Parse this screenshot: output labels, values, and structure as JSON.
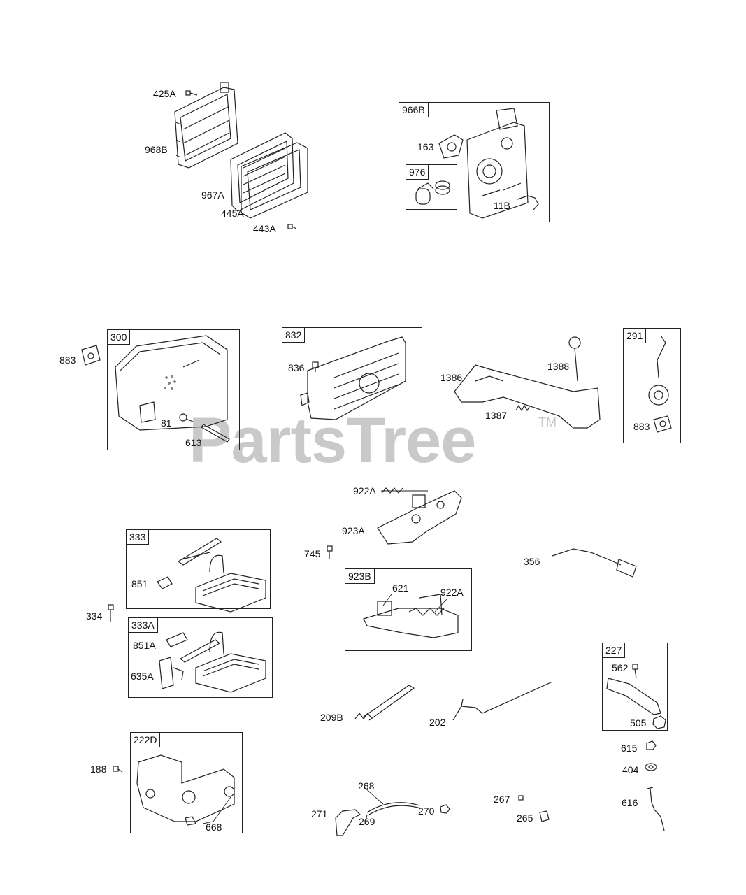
{
  "watermark": {
    "text": "PartsTree",
    "trademark": "TM"
  },
  "boxes": {
    "b966B": "966B",
    "b976": "976",
    "b300": "300",
    "b832": "832",
    "b291": "291",
    "b333": "333",
    "b333A": "333A",
    "b923B": "923B",
    "b227": "227",
    "b222D": "222D"
  },
  "labels": {
    "l425A": "425A",
    "l968B": "968B",
    "l967A": "967A",
    "l445A": "445A",
    "l443A": "443A",
    "l163": "163",
    "l11B": "11B",
    "l883a": "883",
    "l81": "81",
    "l613": "613",
    "l836": "836",
    "l1386": "1386",
    "l1388": "1388",
    "l1387": "1387",
    "l883b": "883",
    "l922Aa": "922A",
    "l923A": "923A",
    "l745": "745",
    "l356": "356",
    "l851": "851",
    "l334": "334",
    "l621": "621",
    "l922Ab": "922A",
    "l851A": "851A",
    "l635A": "635A",
    "l562": "562",
    "l505": "505",
    "l209B": "209B",
    "l202": "202",
    "l615": "615",
    "l404": "404",
    "l188": "188",
    "l668": "668",
    "l268": "268",
    "l271": "271",
    "l269": "269",
    "l270": "270",
    "l267": "267",
    "l265": "265",
    "l616": "616"
  }
}
